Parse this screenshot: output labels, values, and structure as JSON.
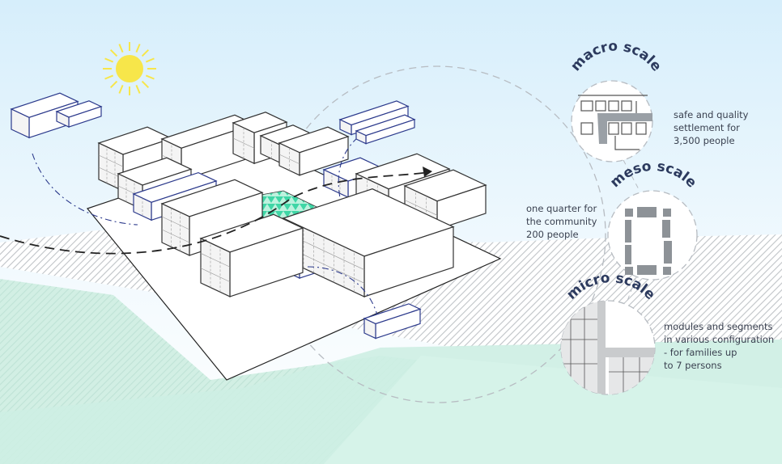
{
  "scales": [
    {
      "label": "macro scale",
      "description": [
        "safe and quality",
        "settlement for",
        "3,500 people"
      ]
    },
    {
      "label": "meso scale",
      "description": [
        "one quarter for",
        "the community",
        "200 people"
      ]
    },
    {
      "label": "micro scale",
      "description": [
        "modules and segments",
        "in various configuration",
        "- for families up",
        "to 7 persons"
      ]
    }
  ],
  "colors": {
    "accent": "#2c3a8c",
    "label": "#2c3a5e",
    "green": "#3fd6a6",
    "mint": "#cdeee3",
    "sky": "#dcf0fb",
    "sun": "#f7e64a"
  }
}
